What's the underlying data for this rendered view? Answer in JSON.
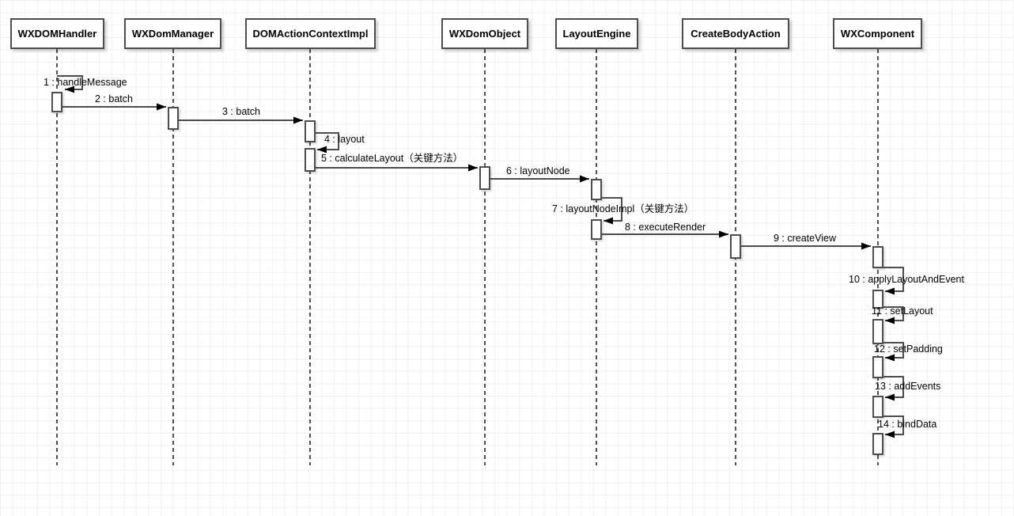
{
  "diagram": {
    "type": "uml-sequence",
    "actors": [
      {
        "name": "WXDOMHandler"
      },
      {
        "name": "WXDomManager"
      },
      {
        "name": "DOMActionContextImpl"
      },
      {
        "name": "WXDomObject"
      },
      {
        "name": "LayoutEngine"
      },
      {
        "name": "CreateBodyAction"
      },
      {
        "name": "WXComponent"
      }
    ],
    "messages": [
      {
        "num": 1,
        "label": "1 : handleMessage",
        "from": "WXDOMHandler",
        "to": "WXDOMHandler",
        "kind": "self"
      },
      {
        "num": 2,
        "label": "2 : batch",
        "from": "WXDOMHandler",
        "to": "WXDomManager",
        "kind": "call"
      },
      {
        "num": 3,
        "label": "3 : batch",
        "from": "WXDomManager",
        "to": "DOMActionContextImpl",
        "kind": "call"
      },
      {
        "num": 4,
        "label": "4 : layout",
        "from": "DOMActionContextImpl",
        "to": "DOMActionContextImpl",
        "kind": "self"
      },
      {
        "num": 5,
        "label": "5 : calculateLayout（关键方法）",
        "from": "DOMActionContextImpl",
        "to": "WXDomObject",
        "kind": "call"
      },
      {
        "num": 6,
        "label": "6 : layoutNode",
        "from": "WXDomObject",
        "to": "LayoutEngine",
        "kind": "call"
      },
      {
        "num": 7,
        "label": "7 : layoutNodeImpl（关键方法）",
        "from": "LayoutEngine",
        "to": "LayoutEngine",
        "kind": "self"
      },
      {
        "num": 8,
        "label": "8 : executeRender",
        "from": "LayoutEngine",
        "to": "CreateBodyAction",
        "kind": "call"
      },
      {
        "num": 9,
        "label": "9 : createView",
        "from": "CreateBodyAction",
        "to": "WXComponent",
        "kind": "call"
      },
      {
        "num": 10,
        "label": "10 : applyLayoutAndEvent",
        "from": "WXComponent",
        "to": "WXComponent",
        "kind": "self"
      },
      {
        "num": 11,
        "label": "11 : setLayout",
        "from": "WXComponent",
        "to": "WXComponent",
        "kind": "self"
      },
      {
        "num": 12,
        "label": "12 : setPadding",
        "from": "WXComponent",
        "to": "WXComponent",
        "kind": "self"
      },
      {
        "num": 13,
        "label": "13 : addEvents",
        "from": "WXComponent",
        "to": "WXComponent",
        "kind": "self"
      },
      {
        "num": 14,
        "label": "14 : bindData",
        "from": "WXComponent",
        "to": "WXComponent",
        "kind": "self"
      }
    ],
    "colors": {
      "shape_stroke": "#4d4d4d",
      "shape_fill": "#ffffff",
      "lifeline": "#262626",
      "text": "#000000",
      "grid_line": "#f0f0f0",
      "background": "#ffffff"
    }
  }
}
